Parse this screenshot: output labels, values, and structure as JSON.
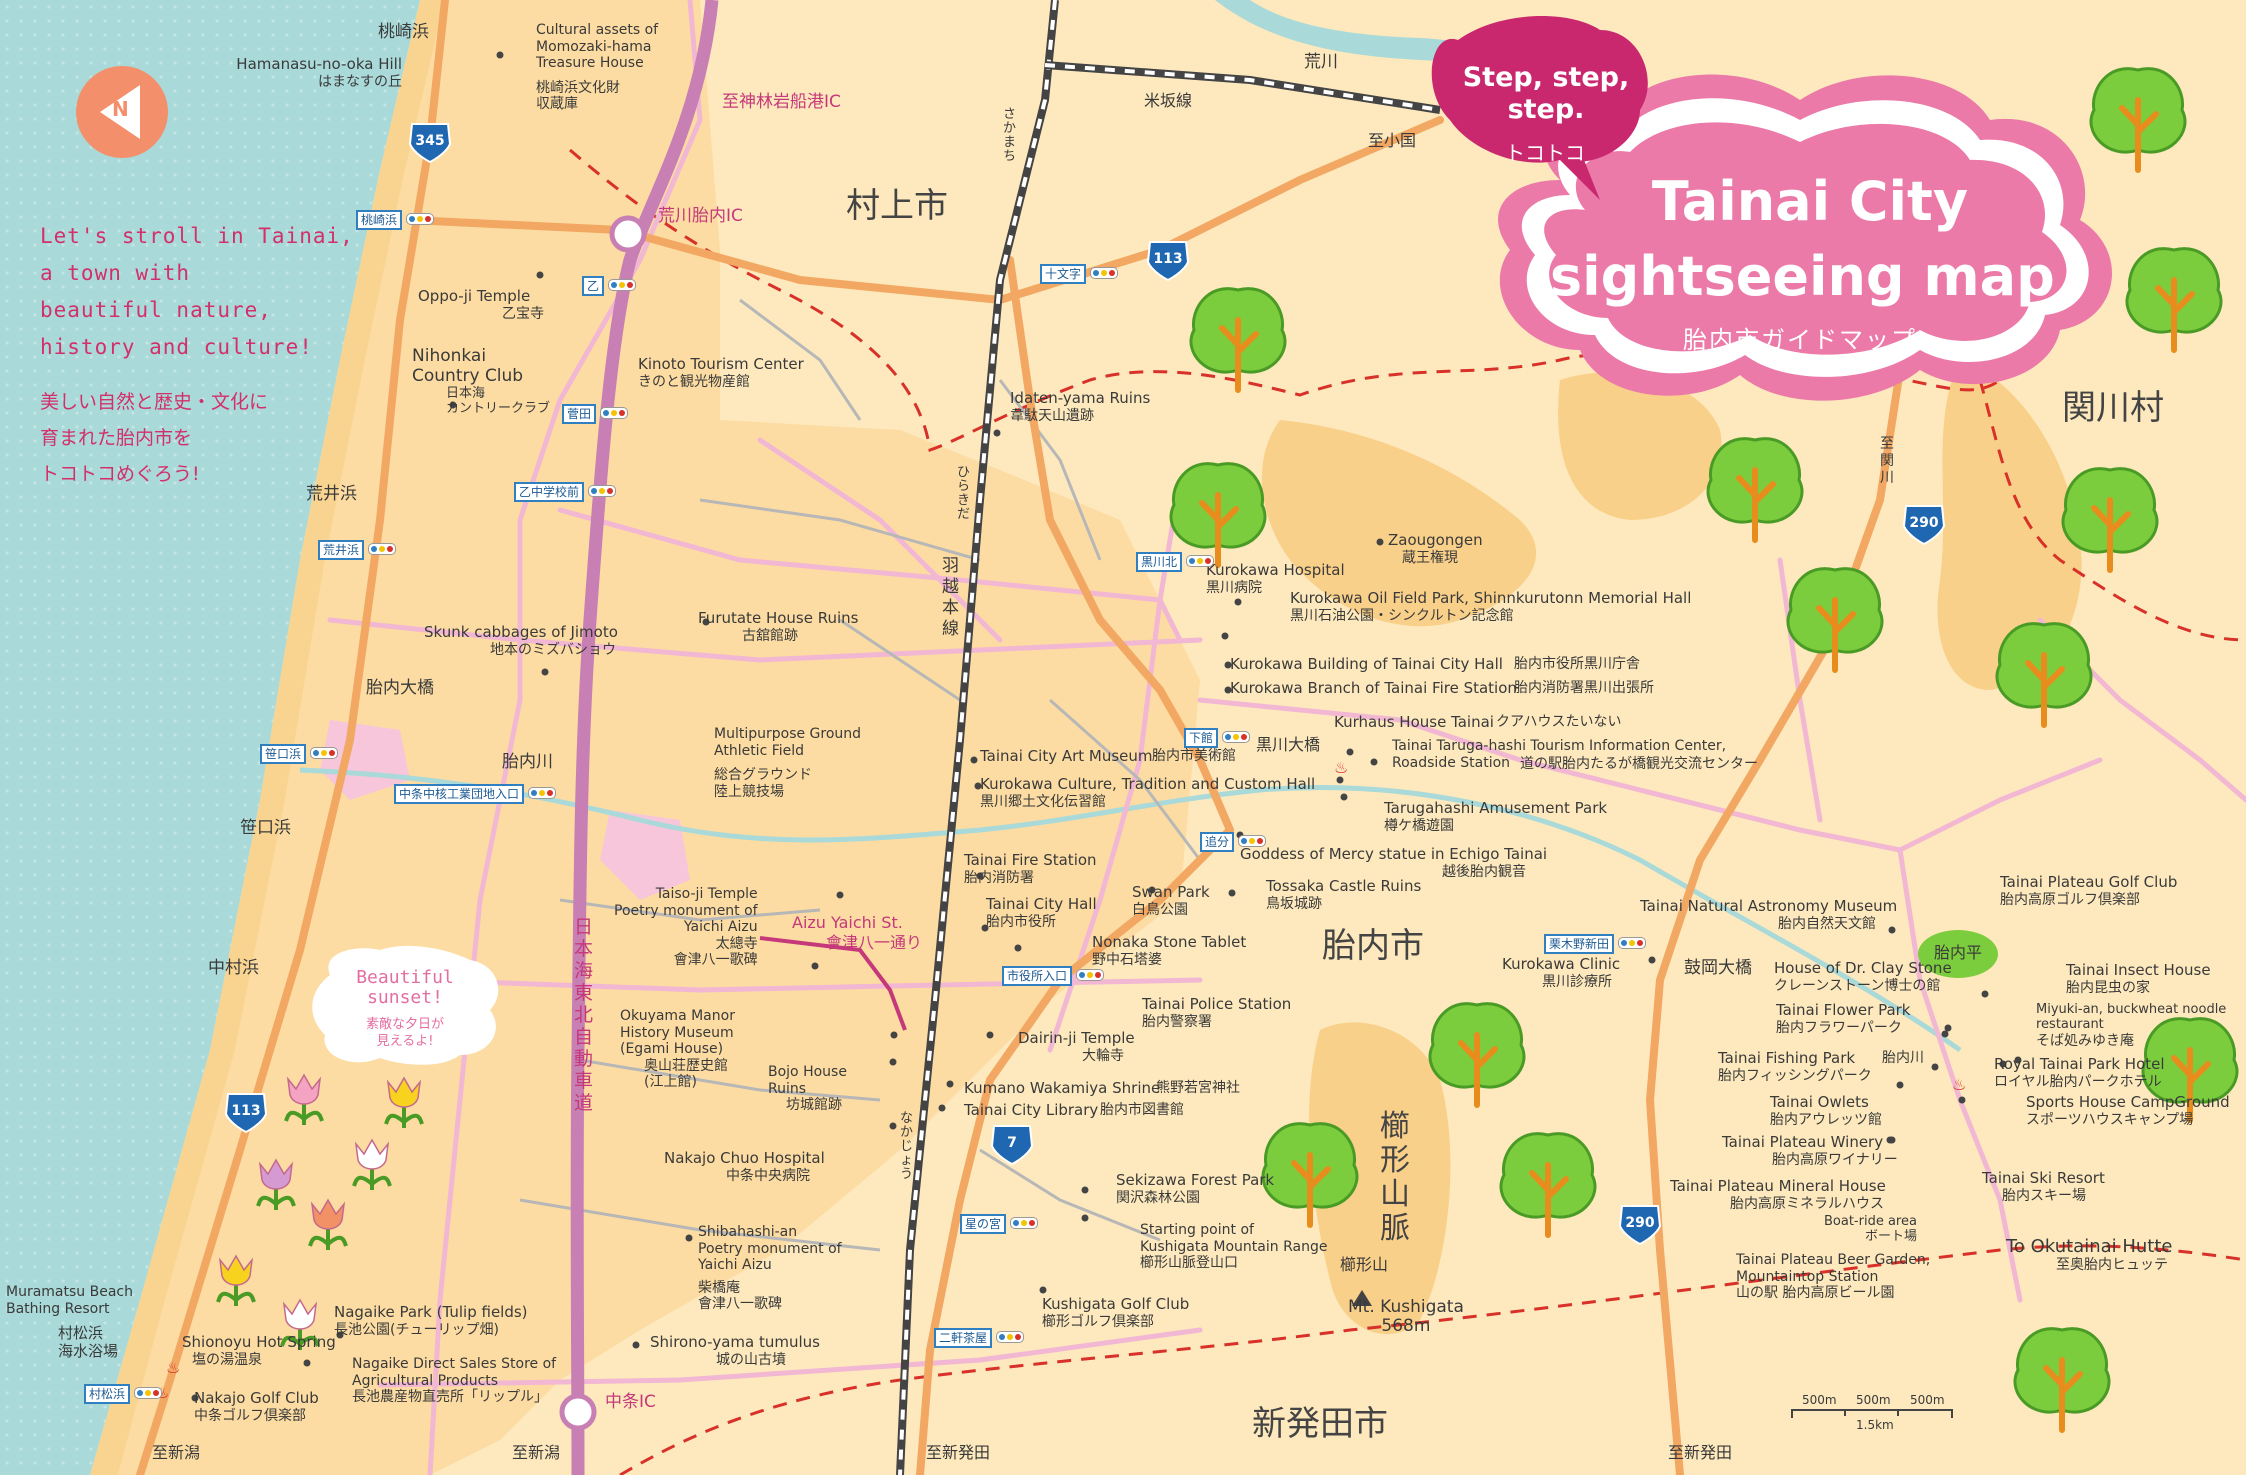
{
  "title": {
    "en_line1": "Tainai City",
    "en_line2": "sightseeing map",
    "jp": "胎内市ガイドマップ",
    "bubble_en": "Step, step,\nstep.",
    "bubble_jp": "トコトコ"
  },
  "tagline": {
    "en": "Let's stroll in Tainai,\na town with\nbeautiful nature,\nhistory and culture!",
    "jp": "美しい自然と歴史・文化に\n育まれた胎内市を\nトコトコめぐろう!"
  },
  "sunset_note": {
    "en": "Beautiful\nsunset!",
    "jp": "素敵な夕日が\n見えるよ!"
  },
  "compass": {
    "letter": "N"
  },
  "scale_bar": {
    "segments": [
      "500m",
      "500m",
      "500m"
    ],
    "total": "1.5km"
  },
  "colors": {
    "sea": "#a9d9d8",
    "land": "#fde9bd",
    "urban": "#fbd89d",
    "highway": "#c77fb4",
    "national_route": "#f2a762",
    "local_road": "#f2b7d3",
    "rail": "#444444",
    "title_pink": "#d4347c",
    "tree_green": "#7ccd3d"
  },
  "regions": [
    {
      "text": "村上市"
    },
    {
      "text": "関川村"
    },
    {
      "text": "胎内市"
    },
    {
      "text": "新発田市"
    },
    {
      "text": "櫛形山脈"
    }
  ],
  "route_shields": [
    {
      "number": "345"
    },
    {
      "number": "113"
    },
    {
      "number": "113"
    },
    {
      "number": "290"
    },
    {
      "number": "290"
    },
    {
      "number": "7"
    }
  ],
  "signals": [
    {
      "text": "桃崎浜"
    },
    {
      "text": "乙"
    },
    {
      "text": "菅田"
    },
    {
      "text": "乙中学校前"
    },
    {
      "text": "荒井浜"
    },
    {
      "text": "笹口浜"
    },
    {
      "text": "中条中核工業団地入口"
    },
    {
      "text": "十文字"
    },
    {
      "text": "黒川北"
    },
    {
      "text": "下館"
    },
    {
      "text": "追分"
    },
    {
      "text": "市役所入口"
    },
    {
      "text": "星の宮"
    },
    {
      "text": "二軒茶屋"
    },
    {
      "text": "村松浜"
    },
    {
      "text": "栗木野新田"
    }
  ],
  "places": [
    {
      "en": "Hamanasu-no-oka Hill",
      "jp": "はまなすの丘"
    },
    {
      "en": "Cultural assets of\nMomozaki-hama\nTreasure House",
      "jp": "桃崎浜文化財\n収蔵庫"
    },
    {
      "en": "Oppo-ji Temple",
      "jp": "乙宝寺"
    },
    {
      "en": "Kinoto Tourism Center",
      "jp": "きのと観光物産館"
    },
    {
      "en": "Nihonkai\nCountry Club",
      "jp": "日本海\nカントリークラブ"
    },
    {
      "en": "Skunk cabbages of Jimoto",
      "jp": "地本のミズバショウ"
    },
    {
      "en": "Furutate House Ruins",
      "jp": "古舘館跡"
    },
    {
      "en": "Idaten-yama Ruins",
      "jp": "韋駄天山遺跡"
    },
    {
      "en": "Zaougongen",
      "jp": "蔵王権現"
    },
    {
      "en": "Kurokawa Hospital",
      "jp": "黒川病院"
    },
    {
      "en": "Kurokawa Oil Field Park, Shinnkurutonn Memorial Hall",
      "jp": "黒川石油公園・シンクルトン記念館"
    },
    {
      "en": "Kurokawa Building of Tainai City Hall",
      "jp": "胎内市役所黒川庁舎"
    },
    {
      "en": "Kurokawa Branch of Tainai Fire Station",
      "jp": "胎内消防署黒川出張所"
    },
    {
      "en": "Kurhaus House Tainai",
      "jp": "クアハウスたいない"
    },
    {
      "en": "Tainai Taruga-hashi Tourism Information Center,\nRoadside Station",
      "jp": "道の駅胎内たるが橋観光交流センター"
    },
    {
      "en": "Tarugahashi Amusement Park",
      "jp": "樽ケ橋遊園"
    },
    {
      "en": "Goddess of Mercy statue in Echigo Tainai",
      "jp": "越後胎内観音"
    },
    {
      "en": "Multipurpose Ground\nAthletic Field",
      "jp": "総合グラウンド\n陸上競技場"
    },
    {
      "en": "Tainai City Art Museum",
      "jp": "胎内市美術館"
    },
    {
      "en": "Kurokawa Culture, Tradition and Custom Hall",
      "jp": "黒川郷土文化伝習館"
    },
    {
      "en": "Tainai Fire Station",
      "jp": "胎内消防署"
    },
    {
      "en": "Tainai City Hall",
      "jp": "胎内市役所"
    },
    {
      "en": "Swan Park",
      "jp": "白鳥公園"
    },
    {
      "en": "Tossaka Castle Ruins",
      "jp": "鳥坂城跡"
    },
    {
      "en": "Nonaka Stone Tablet",
      "jp": "野中石塔婆"
    },
    {
      "en": "Taiso-ji Temple\nPoetry monument of\nYaichi Aizu",
      "jp": "太總寺\n會津八一歌碑"
    },
    {
      "en": "Tainai Police Station",
      "jp": "胎内警察署"
    },
    {
      "en": "Okuyama Manor\nHistory Museum\n(Egami House)",
      "jp": "奥山荘歴史館\n(江上館)"
    },
    {
      "en": "Dairin-ji Temple",
      "jp": "大輪寺"
    },
    {
      "en": "Bojo House\nRuins",
      "jp": "坊城館跡"
    },
    {
      "en": "Kumano Wakamiya Shrine",
      "jp": "熊野若宮神社"
    },
    {
      "en": "Tainai City Library",
      "jp": "胎内市図書館"
    },
    {
      "en": "Nakajo Chuo Hospital",
      "jp": "中条中央病院"
    },
    {
      "en": "Sekizawa Forest Park",
      "jp": "関沢森林公園"
    },
    {
      "en": "Starting point of\nKushigata Mountain Range",
      "jp": "櫛形山脈登山口"
    },
    {
      "en": "Shibahashi-an\nPoetry monument of\nYaichi Aizu",
      "jp": "柴橋庵\n會津八一歌碑"
    },
    {
      "en": "Kushigata Golf Club",
      "jp": "櫛形ゴルフ倶楽部"
    },
    {
      "en": "Shirono-yama tumulus",
      "jp": "城の山古墳"
    },
    {
      "en": "Nagaike Park (Tulip fields)",
      "jp": "長池公園(チューリップ畑)"
    },
    {
      "en": "Nagaike Direct Sales Store of\nAgricultural Products",
      "jp": "長池農産物直売所「リップル」"
    },
    {
      "en": "Shionoyu Hot Spring",
      "jp": "塩の湯温泉"
    },
    {
      "en": "Nakajo Golf Club",
      "jp": "中条ゴルフ倶楽部"
    },
    {
      "en": "Muramatsu Beach\nBathing Resort",
      "jp": "村松浜\n海水浴場"
    },
    {
      "en": "Tainai Natural Astronomy Museum",
      "jp": "胎内自然天文館"
    },
    {
      "en": "Kurokawa Clinic",
      "jp": "黒川診療所"
    },
    {
      "en": "House of Dr. Clay Stone",
      "jp": "クレーンストーン博士の館"
    },
    {
      "en": "Tainai Flower Park",
      "jp": "胎内フラワーパーク"
    },
    {
      "en": "Tainai Fishing Park",
      "jp": "胎内フィッシングパーク"
    },
    {
      "en": "Tainai Owlets",
      "jp": "胎内アウレッツ館"
    },
    {
      "en": "Tainai Plateau Winery",
      "jp": "胎内高原ワイナリー"
    },
    {
      "en": "Tainai Plateau Mineral House",
      "jp": "胎内高原ミネラルハウス"
    },
    {
      "en": "Tainai Plateau Beer Garden,\nMountaintop Station",
      "jp": "山の駅 胎内高原ビール園"
    },
    {
      "en": "Tainai Plateau Golf Club",
      "jp": "胎内高原ゴルフ倶楽部"
    },
    {
      "en": "Tainai Insect House",
      "jp": "胎内昆虫の家"
    },
    {
      "en": "Miyuki-an, buckwheat noodle\nrestaurant",
      "jp": "そば処みゆき庵"
    },
    {
      "en": "Royal Tainai Park Hotel",
      "jp": "ロイヤル胎内パークホテル"
    },
    {
      "en": "Sports House CampGround",
      "jp": "スポーツハウスキャンプ場"
    },
    {
      "en": "Tainai Ski Resort",
      "jp": "胎内スキー場"
    },
    {
      "en": "To Okutainai Hutte",
      "jp": "至奥胎内ヒュッテ"
    },
    {
      "en": "",
      "jp": "Boat-ride area\nボート場"
    },
    {
      "en": "Mt. Kushigata\n568m",
      "jp": "櫛形山"
    }
  ],
  "geo_labels": [
    {
      "text": "桃崎浜"
    },
    {
      "text": "荒井浜"
    },
    {
      "text": "胎内大橋"
    },
    {
      "text": "胎内川"
    },
    {
      "text": "笹口浜"
    },
    {
      "text": "中村浜"
    },
    {
      "text": "荒川"
    },
    {
      "text": "米坂線"
    },
    {
      "text": "至小国"
    },
    {
      "text": "至神林岩船港IC"
    },
    {
      "text": "荒川胎内IC"
    },
    {
      "text": "中条IC"
    },
    {
      "text": "至新潟"
    },
    {
      "text": "至新潟"
    },
    {
      "text": "至新発田"
    },
    {
      "text": "至新発田"
    },
    {
      "text": "至関川"
    },
    {
      "text": "黒川大橋"
    },
    {
      "text": "鼓岡大橋"
    },
    {
      "text": "胎内川"
    },
    {
      "text": "胎内平"
    },
    {
      "text": "さかまち"
    },
    {
      "text": "ひらきだ"
    },
    {
      "text": "なかじょう"
    },
    {
      "text": "羽越本線"
    },
    {
      "text": "日本海東北自動車道"
    },
    {
      "text": "Aizu Yaichi St."
    },
    {
      "text": "會津八一通り"
    }
  ]
}
